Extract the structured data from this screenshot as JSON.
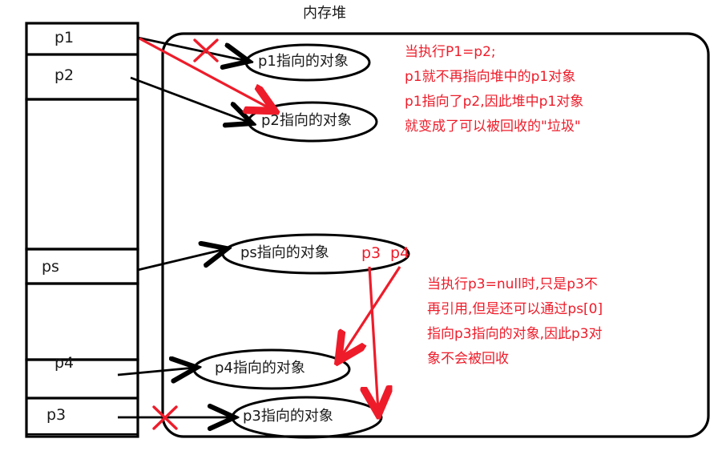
{
  "diagram": {
    "heap_title": "内存堆",
    "stack": {
      "name": "stack-frame",
      "slots": [
        {
          "id": "p1",
          "label": "p1"
        },
        {
          "id": "p2",
          "label": "p2"
        },
        {
          "id": "ps",
          "label": "ps"
        },
        {
          "id": "p4",
          "label": "p4"
        },
        {
          "id": "p3",
          "label": "p3"
        }
      ]
    },
    "heap_objects": [
      {
        "id": "obj-p1",
        "label": "p1指向的对象"
      },
      {
        "id": "obj-p2",
        "label": "p2指向的对象"
      },
      {
        "id": "obj-ps",
        "label": "ps指向的对象"
      },
      {
        "id": "obj-p4",
        "label": "p4指向的对象"
      },
      {
        "id": "obj-p3",
        "label": "p3指向的对象"
      }
    ],
    "red_tags": [
      {
        "id": "tag-p3",
        "label": "p3"
      },
      {
        "id": "tag-p4",
        "label": "p4"
      }
    ],
    "notes": {
      "note1": {
        "lines": [
          "当执行P1=p2;",
          "p1就不再指向堆中的p1对象",
          "p1指向了p2,因此堆中p1对象",
          "就变成了可以被回收的\"垃圾\""
        ]
      },
      "note2": {
        "lines": [
          "当执行p3=null时,只是p3不",
          "再引用,但是还可以通过ps[0]",
          "指向p3指向的对象,因此p3对",
          "象不会被回收"
        ]
      }
    },
    "colors": {
      "ink": "#000000",
      "red": "#ee1c2a",
      "background": "#ffffff"
    }
  }
}
